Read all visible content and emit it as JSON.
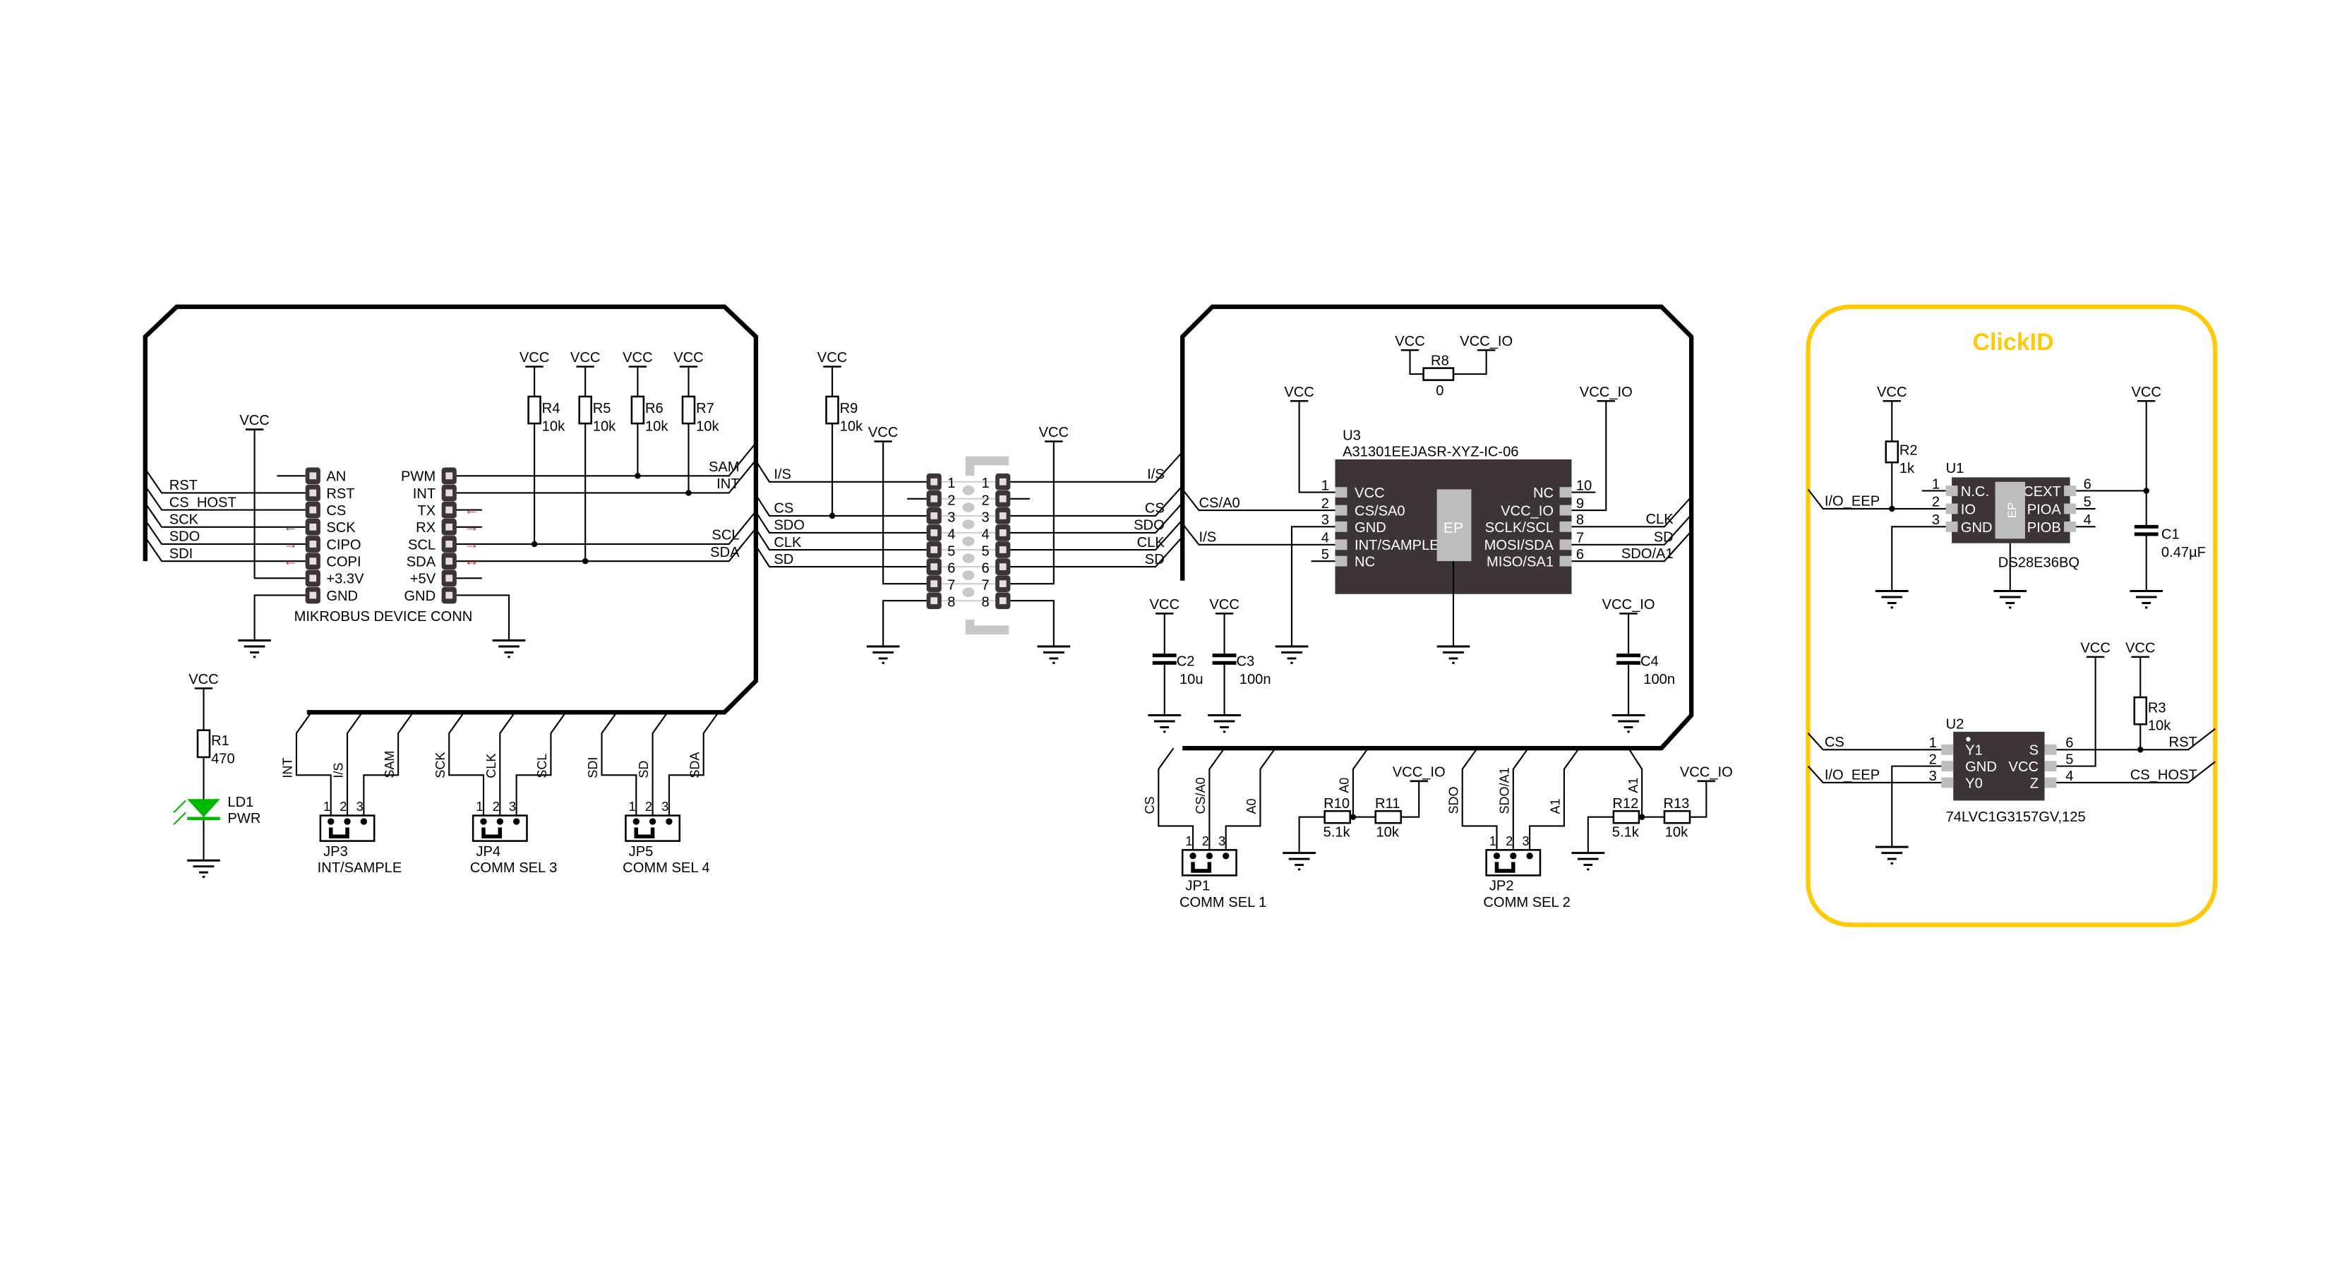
{
  "power": {
    "vcc": "VCC",
    "vcc_io": "VCC_IO"
  },
  "colors": {
    "chip": "#3d3535",
    "pad": "#bdbdbd",
    "clickid": "#FFC907",
    "arrow": "#E8202A",
    "led": "#00B800"
  },
  "mikrobus": {
    "title": "MIKROBUS DEVICE CONN",
    "left_pins": [
      "AN",
      "RST",
      "CS",
      "SCK",
      "CIPO",
      "COPI",
      "+3.3V",
      "GND"
    ],
    "right_pins": [
      "PWM",
      "INT",
      "TX",
      "RX",
      "SCL",
      "SDA",
      "+5V",
      "GND"
    ],
    "left_arrows": [
      "",
      "",
      "",
      "←",
      "→",
      "←",
      "",
      ""
    ],
    "right_arrows": [
      "",
      "",
      "←",
      "→",
      "→",
      "↔",
      "",
      ""
    ],
    "host_nets": [
      "RST",
      "CS_HOST",
      "SCK",
      "SDO",
      "SDI"
    ],
    "out_nets": [
      "SAM",
      "INT",
      "SCL",
      "SDA"
    ]
  },
  "resistors": {
    "R1": {
      "ref": "R1",
      "value": "470"
    },
    "R2": {
      "ref": "R2",
      "value": "1k"
    },
    "R3": {
      "ref": "R3",
      "value": "10k"
    },
    "R4": {
      "ref": "R4",
      "value": "10k"
    },
    "R5": {
      "ref": "R5",
      "value": "10k"
    },
    "R6": {
      "ref": "R6",
      "value": "10k"
    },
    "R7": {
      "ref": "R7",
      "value": "10k"
    },
    "R8": {
      "ref": "R8",
      "value": "0"
    },
    "R9": {
      "ref": "R9",
      "value": "10k"
    },
    "R10": {
      "ref": "R10",
      "value": "5.1k"
    },
    "R11": {
      "ref": "R11",
      "value": "10k"
    },
    "R12": {
      "ref": "R12",
      "value": "5.1k"
    },
    "R13": {
      "ref": "R13",
      "value": "10k"
    }
  },
  "capacitors": {
    "C1": {
      "ref": "C1",
      "value": "0.47µF"
    },
    "C2": {
      "ref": "C2",
      "value": "10u"
    },
    "C3": {
      "ref": "C3",
      "value": "100n"
    },
    "C4": {
      "ref": "C4",
      "value": "100n"
    }
  },
  "led": {
    "ref": "LD1",
    "value": "PWR"
  },
  "adapter": {
    "pins": [
      "1",
      "2",
      "3",
      "4",
      "5",
      "6",
      "7",
      "8"
    ],
    "nets": [
      "I/S",
      "",
      "CS",
      "SDO",
      "CLK",
      "SD",
      "",
      ""
    ]
  },
  "u3": {
    "ref": "U3",
    "part": "A31301EEJASR-XYZ-IC-06",
    "ep": "EP",
    "left_pins": [
      {
        "num": "1",
        "name": "VCC"
      },
      {
        "num": "2",
        "name": "CS/SA0"
      },
      {
        "num": "3",
        "name": "GND"
      },
      {
        "num": "4",
        "name": "INT/SAMPLE"
      },
      {
        "num": "5",
        "name": "NC"
      }
    ],
    "right_pins": [
      {
        "num": "10",
        "name": "NC"
      },
      {
        "num": "9",
        "name": "VCC_IO"
      },
      {
        "num": "8",
        "name": "SCLK/SCL"
      },
      {
        "num": "7",
        "name": "MOSI/SDA"
      },
      {
        "num": "6",
        "name": "MISO/SA1"
      }
    ],
    "left_nets": [
      "CS/A0",
      "I/S"
    ],
    "right_nets": [
      "CLK",
      "SD",
      "SDO/A1"
    ]
  },
  "jumpers": {
    "pin_numbers": [
      "1",
      "2",
      "3"
    ],
    "JP3": {
      "ref": "JP3",
      "name": "INT/SAMPLE",
      "signals": [
        "INT",
        "I/S",
        "SAM"
      ]
    },
    "JP4": {
      "ref": "JP4",
      "name": "COMM SEL 3",
      "signals": [
        "SCK",
        "CLK",
        "SCL"
      ]
    },
    "JP5": {
      "ref": "JP5",
      "name": "COMM SEL 4",
      "signals": [
        "SDI",
        "SD",
        "SDA"
      ]
    },
    "JP1": {
      "ref": "JP1",
      "name": "COMM SEL 1",
      "signals": [
        "CS",
        "CS/A0",
        "A0"
      ]
    },
    "JP2": {
      "ref": "JP2",
      "name": "COMM SEL 2",
      "signals": [
        "SDO",
        "SDO/A1",
        "A1"
      ]
    }
  },
  "address": {
    "a0": "A0",
    "a1": "A1"
  },
  "clickid": {
    "title": "ClickID",
    "nets": {
      "io_eep": "I/O_EEP",
      "cs": "CS",
      "rst": "RST",
      "cs_host": "CS_HOST"
    },
    "u1": {
      "ref": "U1",
      "part": "DS28E36BQ",
      "ep": "EP",
      "left_pins": [
        {
          "num": "1",
          "name": "N.C."
        },
        {
          "num": "2",
          "name": "IO"
        },
        {
          "num": "3",
          "name": "GND"
        }
      ],
      "right_pins": [
        {
          "num": "6",
          "name": "CEXT"
        },
        {
          "num": "5",
          "name": "PIOA"
        },
        {
          "num": "4",
          "name": "PIOB"
        }
      ]
    },
    "u2": {
      "ref": "U2",
      "part": "74LVC1G3157GV,125",
      "left_pins": [
        {
          "num": "1",
          "name": "Y1"
        },
        {
          "num": "2",
          "name": "GND"
        },
        {
          "num": "3",
          "name": "Y0"
        }
      ],
      "right_pins": [
        {
          "num": "6",
          "name": "S"
        },
        {
          "num": "5",
          "name": "VCC"
        },
        {
          "num": "4",
          "name": "Z"
        }
      ]
    }
  }
}
